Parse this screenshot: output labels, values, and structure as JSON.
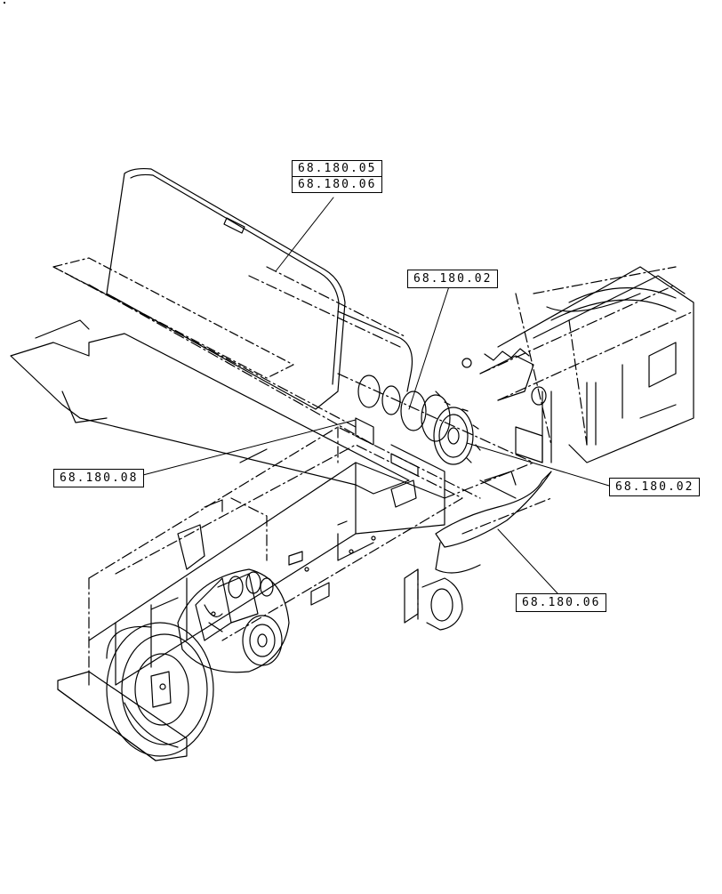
{
  "callouts": {
    "top_upper": "68.180.05",
    "top_lower": "68.180.06",
    "center_top": "68.180.02",
    "left": "68.180.08",
    "right": "68.180.02",
    "bottom_right": "68.180.06"
  }
}
